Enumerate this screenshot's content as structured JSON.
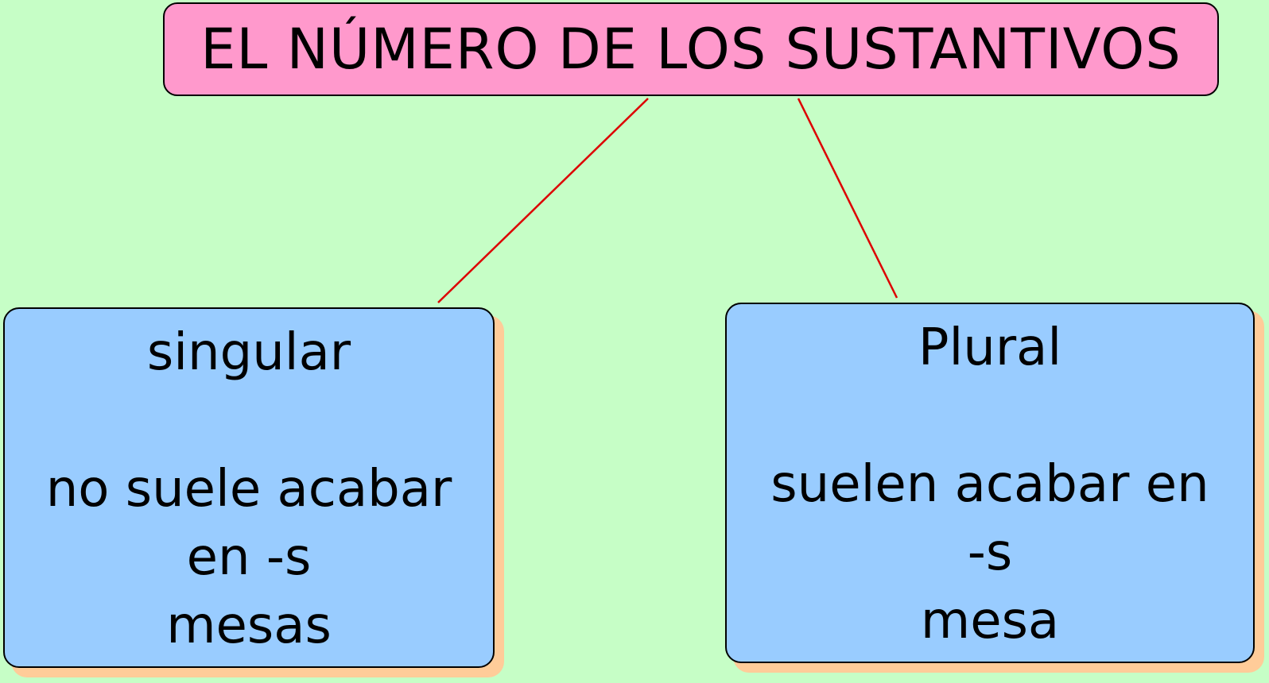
{
  "colors": {
    "background": "#c6fec6",
    "title_fill": "#ff99cc",
    "card_fill": "#99ccff",
    "card_shadow": "#ffcc99",
    "connector": "#dd0000"
  },
  "title": "EL NÚMERO DE LOS SUSTANTIVOS",
  "singular": {
    "heading": "singular",
    "rule_line1": "no suele acabar",
    "rule_line2": "en -s",
    "example": "mesas"
  },
  "plural": {
    "heading": "Plural",
    "rule_line1": "suelen acabar en",
    "rule_line2": "-s",
    "example": "mesa"
  }
}
